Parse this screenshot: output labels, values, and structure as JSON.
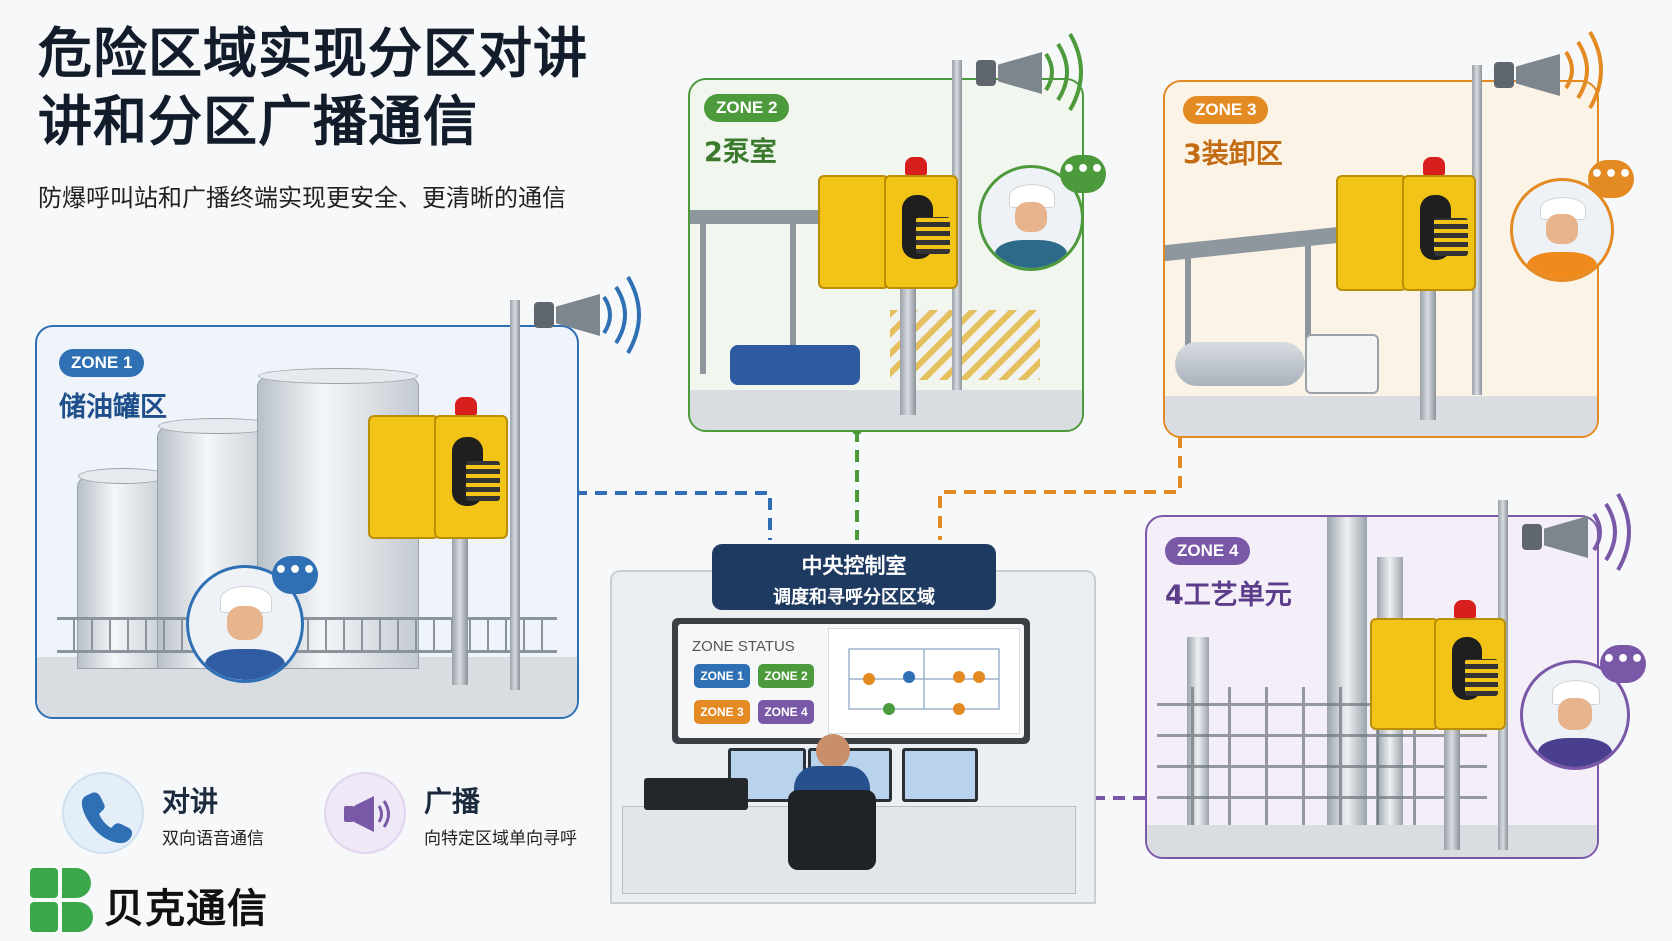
{
  "header": {
    "title": "危险区域实现分区对讲讲和分区广播通信",
    "subtitle": "防爆呼叫站和广播终端实现更安全、更清晰的通信"
  },
  "zones": [
    {
      "badge": "ZONE 1",
      "name": "储油罐区",
      "color": "#2f6fb3"
    },
    {
      "badge": "ZONE 2",
      "name": "2泵室",
      "color": "#4d9a3c"
    },
    {
      "badge": "ZONE 3",
      "name": "3装卸区",
      "color": "#e38a22"
    },
    {
      "badge": "ZONE 4",
      "name": "4工艺单元",
      "color": "#7a58a8"
    }
  ],
  "control_room": {
    "title": "中央控制室",
    "subtitle": "调度和寻呼分区区域",
    "screen_title": "ZONE STATUS",
    "zone_buttons": [
      "ZONE 1",
      "ZONE 2",
      "ZONE 3",
      "ZONE 4"
    ]
  },
  "legend": [
    {
      "title": "对讲",
      "subtitle": "双向语音通信",
      "icon": "phone-icon"
    },
    {
      "title": "广播",
      "subtitle": "向特定区域单向寻呼",
      "icon": "megaphone-icon"
    }
  ],
  "logo": {
    "name": "贝克通信"
  },
  "bubble_text": "•••"
}
